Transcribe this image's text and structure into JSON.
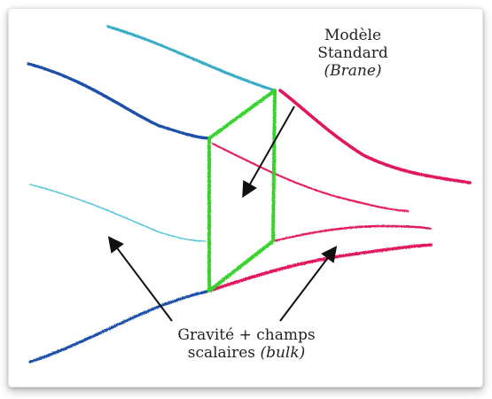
{
  "labels": {
    "standard_model_line1": "Modèle",
    "standard_model_line2": "Standard",
    "standard_model_line3": "(Brane)",
    "bulk_line1": "Gravité + champs",
    "bulk_line2_plain": "scalaires ",
    "bulk_line2_italic": "(bulk)"
  },
  "colors": {
    "left_curves": "#1f4fa8",
    "left_curve_light": "#2fa9c6",
    "brane": "#39d12f",
    "right_curves": "#e0185e",
    "arrows": "#111111"
  }
}
